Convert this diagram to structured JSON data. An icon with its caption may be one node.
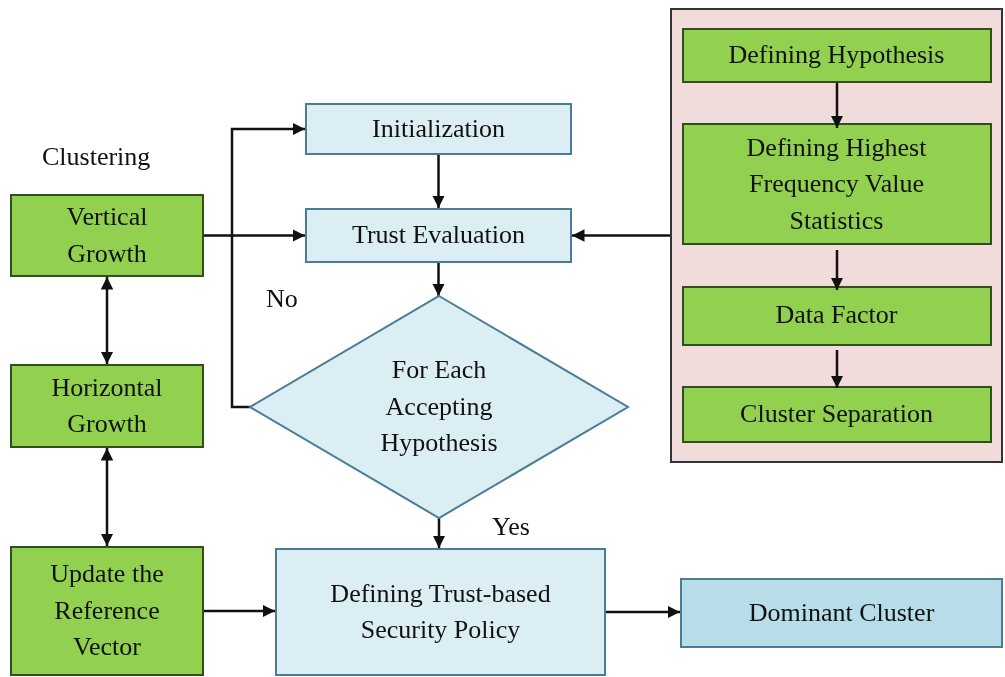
{
  "diagram": {
    "nodes": [
      {
        "text": [
          "Initialization"
        ]
      },
      {
        "text": [
          "Trust Evaluation"
        ]
      },
      {
        "text": [
          "For Each Accepting Hypothesis"
        ]
      },
      {
        "text": [
          "Defining Trust-based Security Policy"
        ]
      },
      {
        "text": [
          "Dominant Cluster"
        ]
      },
      {
        "text": [
          "Vertical Growth"
        ]
      },
      {
        "text": [
          "Horizontal Growth"
        ]
      },
      {
        "text": [
          "Update the Reference Vector"
        ]
      },
      {
        "text": [],
        "shape": "box"
      },
      {
        "text": [
          "Defining Hypothesis"
        ],
        "in": 8
      },
      {
        "text": [
          "Defining Highest Frequency Value Statistics"
        ],
        "in": 8
      },
      {
        "text": [
          "Data Factor"
        ],
        "in": 8
      },
      {
        "text": [
          "Cluster Separation"
        ],
        "in": 8
      }
    ],
    "edges": [
      {
        "from": 0,
        "to": 1,
        "arrow": "to"
      },
      {
        "from": 1,
        "to": 2,
        "arrow": "to"
      },
      {
        "from": 2,
        "to": 3,
        "arrow": "to",
        "label": "Yes"
      },
      {
        "from": 2,
        "to": 0,
        "arrow": "to",
        "label": "No"
      },
      {
        "from": 5,
        "to": 1,
        "arrow": "to"
      },
      {
        "from": 8,
        "to": 1,
        "arrow": "to"
      },
      {
        "from": 5,
        "to": 6,
        "arrow": "both"
      },
      {
        "from": 6,
        "to": 7,
        "arrow": "both"
      },
      {
        "from": 7,
        "to": 3,
        "arrow": "to"
      },
      {
        "from": 3,
        "to": 4,
        "arrow": "to"
      },
      {
        "from": 9,
        "to": 10,
        "arrow": "to"
      },
      {
        "from": 10,
        "to": 11,
        "arrow": "to"
      },
      {
        "from": 11,
        "to": 12,
        "arrow": "to"
      }
    ],
    "labels": [
      "Clustering"
    ]
  }
}
